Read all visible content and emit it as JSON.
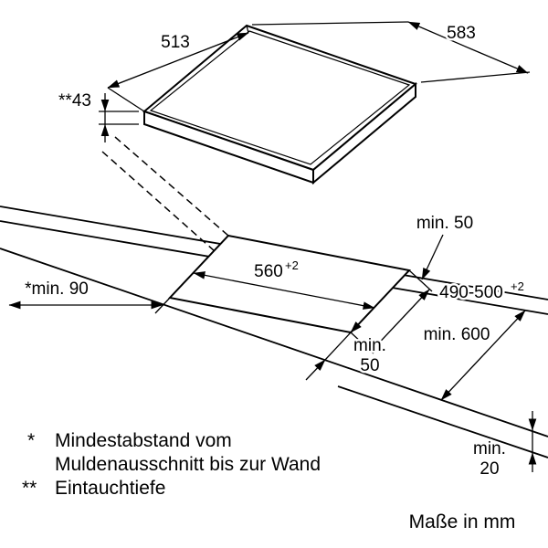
{
  "labels": {
    "hob_width": "583",
    "hob_depth": "513",
    "hob_height": "**43",
    "cutout_width": "560",
    "cutout_width_sup": "+2",
    "cutout_depth": "490-500",
    "cutout_depth_sup": "+2",
    "rear_clearance": "min. 50",
    "side_clearance": "*min. 90",
    "front_clearance_line1": "min.",
    "front_clearance_line2": "50",
    "worktop_depth": "min. 600",
    "panel_clearance_line1": "min.",
    "panel_clearance_line2": "20"
  },
  "footnotes": {
    "star": "*",
    "star_line1": "Mindestabstand vom",
    "star_line2": "Muldenausschnitt bis zur Wand",
    "dstar": "**",
    "dstar_text": "Eintauchtiefe"
  },
  "units": "Maße in mm",
  "colors": {
    "line": "#000000",
    "background": "#ffffff"
  }
}
